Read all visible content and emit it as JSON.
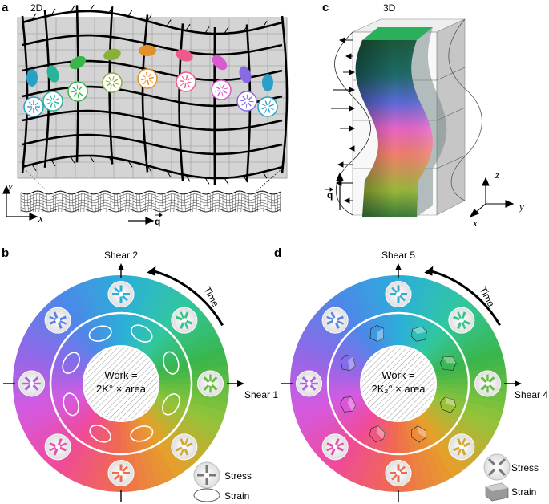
{
  "panels": {
    "a": {
      "label": "a",
      "title": "2D",
      "axis_y": "y",
      "axis_x": "x",
      "wave_vector": "q",
      "ellipse_colors": [
        "#2aa0c8",
        "#29b39a",
        "#3ab54a",
        "#8ab03a",
        "#e3902a",
        "#ee5a8e",
        "#d85ad0",
        "#8a6ae0",
        "#2aa0c8"
      ],
      "disk_colors": [
        "#2aa0c8",
        "#29b39a",
        "#3ab54a",
        "#8ab03a",
        "#e3902a",
        "#ee5a8e",
        "#d85ad0",
        "#8a6ae0",
        "#2aa0c8"
      ]
    },
    "b": {
      "label": "b",
      "top_label": "Shear 2",
      "right_label": "Shear 1",
      "time_label": "Time",
      "center_line1": "Work =",
      "center_line2": "2K° × area",
      "legend_stress": "Stress",
      "legend_strain": "Strain"
    },
    "c": {
      "label": "c",
      "title": "3D",
      "wave_vector": "q",
      "axis_z": "z",
      "axis_y": "y",
      "axis_x": "x"
    },
    "d": {
      "label": "d",
      "top_label": "Shear 5",
      "right_label": "Shear 4",
      "time_label": "Time",
      "center_line1": "Work =",
      "center_line2": "2K₂° × area",
      "legend_stress": "Stress",
      "legend_strain": "Strain"
    }
  },
  "colors": {
    "wheel_gradient": [
      "#2ab0d8",
      "#31c7a0",
      "#3ab54a",
      "#8fc43a",
      "#e6a02a",
      "#f06a50",
      "#f04a9a",
      "#d45ae0",
      "#8a6ae8",
      "#4a8ae8",
      "#2ab0d8"
    ],
    "grid_fill": "#d4d4d4",
    "grid_line": "#9a9a9a"
  }
}
